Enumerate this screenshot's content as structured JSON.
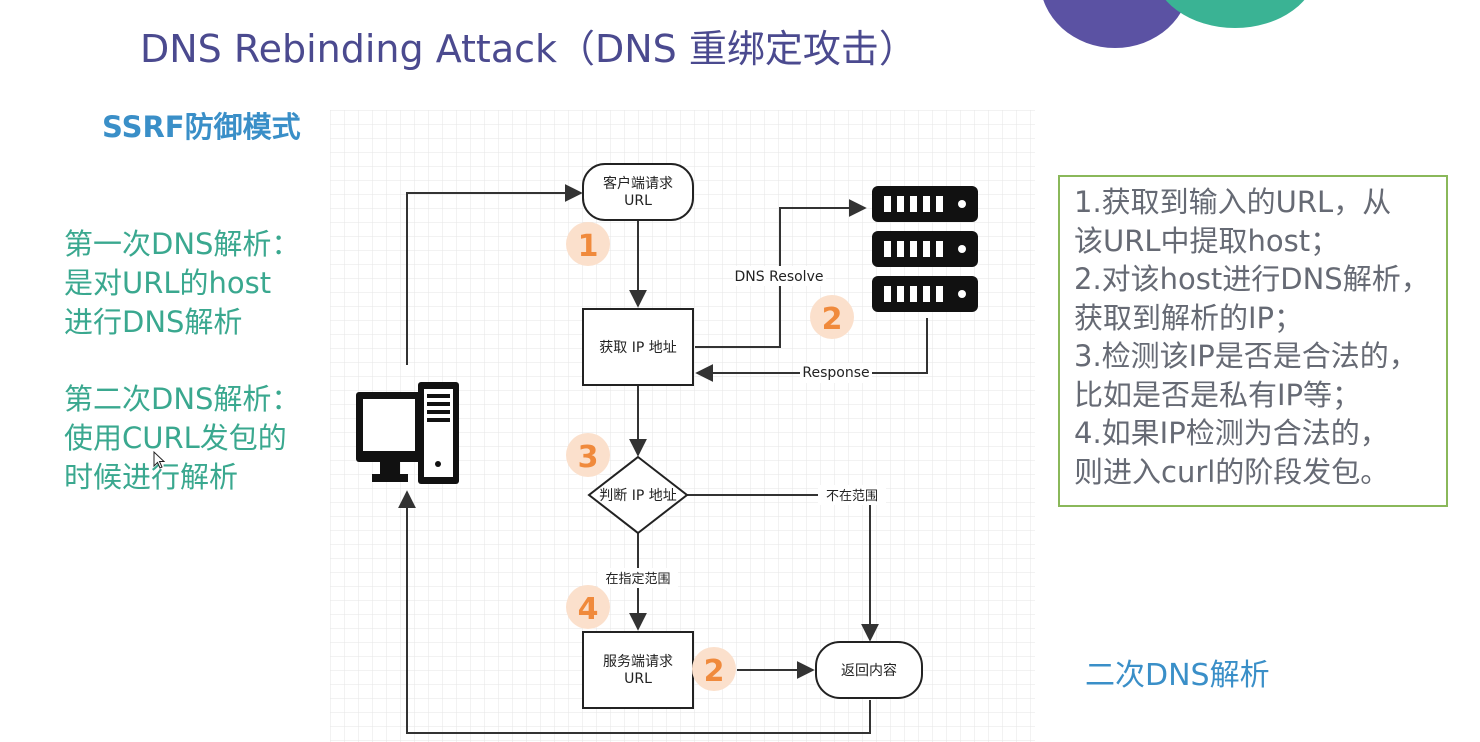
{
  "title": "DNS Rebinding Attack（DNS 重绑定攻击）",
  "subtitle": "SSRF防御模式",
  "notes": {
    "first": [
      "第一次DNS解析：",
      "是对URL的host",
      "进行DNS解析"
    ],
    "second": [
      "第二次DNS解析：",
      "使用CURL发包的",
      "时候进行解析"
    ]
  },
  "flowchart": {
    "client_request": [
      "客户端请求",
      "URL"
    ],
    "get_ip": "获取 IP 地址",
    "dns_resolve": "DNS Resolve",
    "response": "Response",
    "judge_ip": "判断 IP 地址",
    "not_in_range": "不在范围",
    "in_range": "在指定范围",
    "server_request": [
      "服务端请求",
      "URL"
    ],
    "return_content": "返回内容",
    "badges": [
      "1",
      "2",
      "3",
      "4",
      "2"
    ]
  },
  "steps": [
    "1.获取到输入的URL，从",
    "该URL中提取host；",
    "2.对该host进行DNS解析，",
    "获取到解析的IP；",
    "3.检测该IP是否是合法的，",
    "比如是否是私有IP等；",
    "4.如果IP检测为合法的，",
    "则进入curl的阶段发包。"
  ],
  "second_dns_label": "二次DNS解析",
  "colors": {
    "title": "#4b4a8f",
    "subtitle": "#3a8fc8",
    "notes": "#3aa88f",
    "steps_text": "#666a74",
    "steps_border": "#8ab85a",
    "badge_bg": "#fbe0cc",
    "badge_text": "#f08a3c",
    "deco_purple": "#5b52a3",
    "deco_green": "#3ab394"
  },
  "icons": [
    "server-icon",
    "computer-icon"
  ]
}
